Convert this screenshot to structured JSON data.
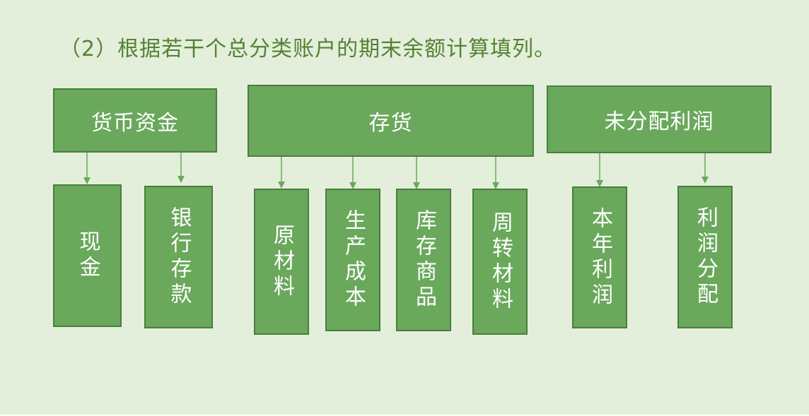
{
  "title": "（2）根据若干个总分类账户的期末余额计算填列。",
  "colors": {
    "background": "#e3efda",
    "box_fill": "#6aa85c",
    "box_border": "#4a7d3f",
    "arrow": "#6aa85c",
    "title": "#548235",
    "box_text": "#ffffff"
  },
  "groups": [
    {
      "parent": "货币资金",
      "children": [
        "现金",
        "银行存款"
      ]
    },
    {
      "parent": "存货",
      "children": [
        "原材料",
        "生产成本",
        "库存商品",
        "周转材料"
      ]
    },
    {
      "parent": "未分配利润",
      "children": [
        "本年利润",
        "利润分配"
      ]
    }
  ]
}
